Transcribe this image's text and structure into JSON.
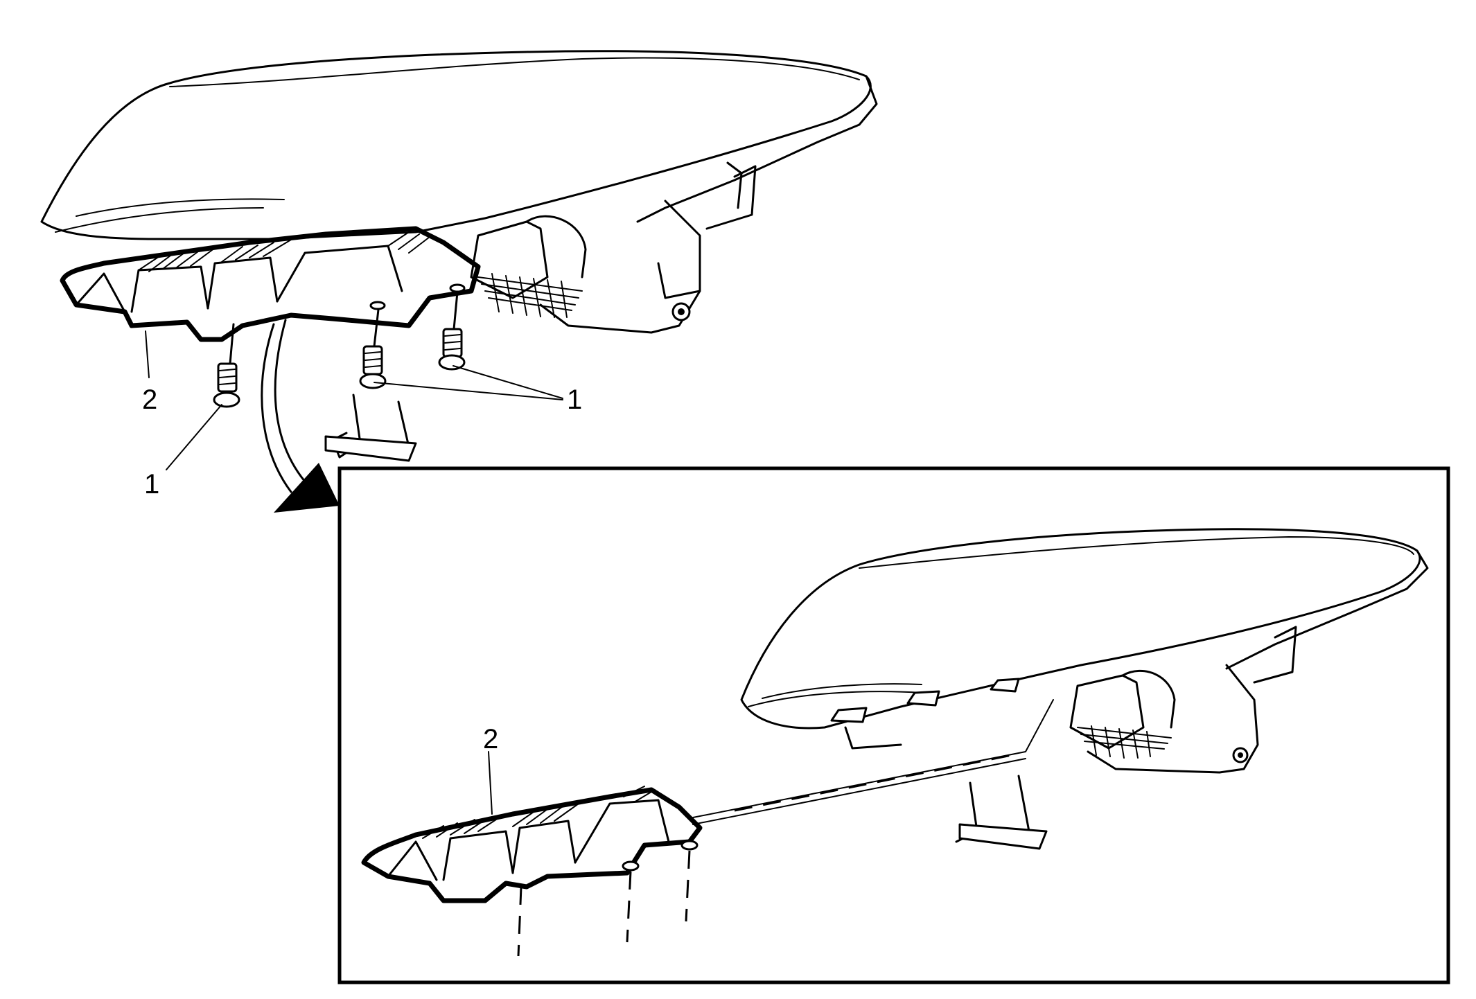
{
  "figure": {
    "top_view": {
      "callout_fastener_right": "1",
      "callout_fastener_left": "1",
      "callout_bracket": "2"
    },
    "detail_view": {
      "callout_bracket": "2"
    }
  },
  "colors": {
    "line": "#000000",
    "background": "#ffffff"
  }
}
